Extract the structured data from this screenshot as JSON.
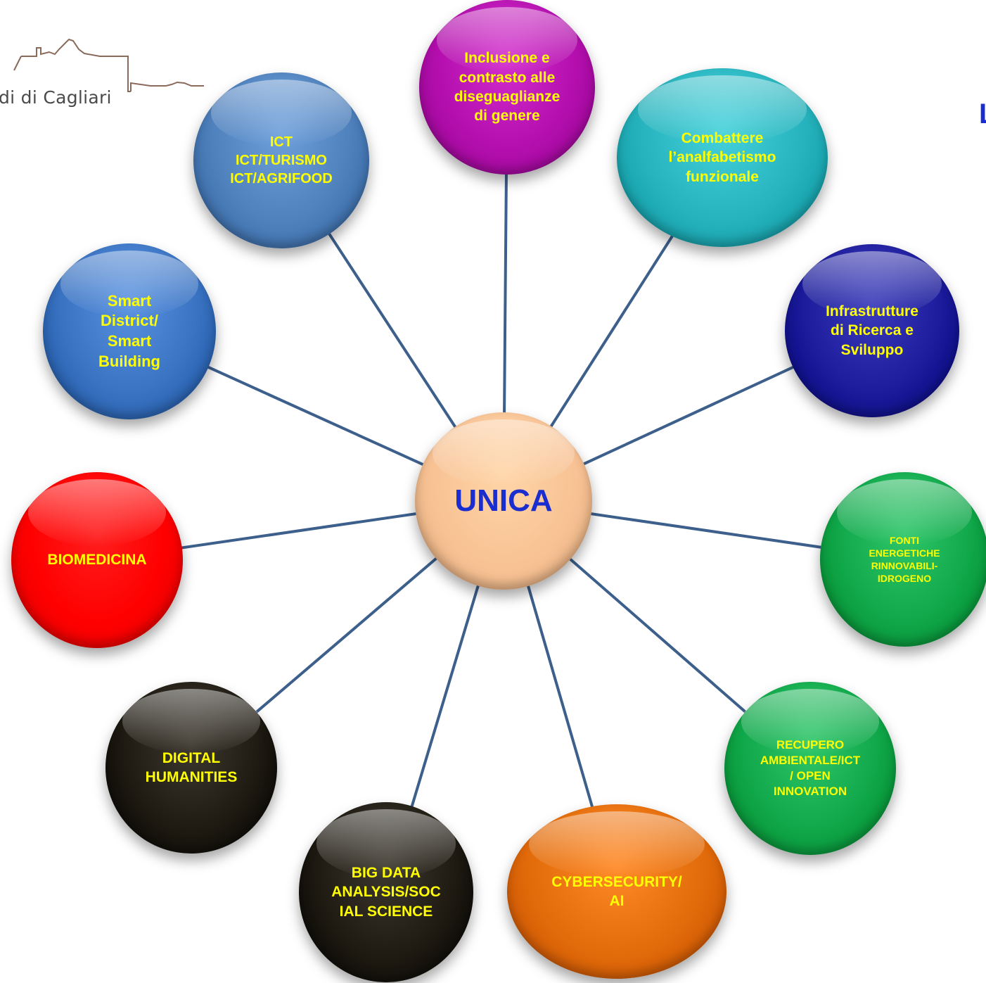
{
  "header": {
    "logo_text": "di di Cagliari",
    "edge_letter": "L"
  },
  "center": {
    "label": "UNICA",
    "color": "#f7c193"
  },
  "nodes": [
    {
      "key": "ict",
      "lines": [
        "ICT",
        "ICT/TURISMO",
        "ICT/AGRIFOOD"
      ],
      "color": "#4f81bd"
    },
    {
      "key": "inclusione",
      "lines": [
        "Inclusione e",
        "contrasto alle",
        "diseguaglianze",
        "di genere"
      ],
      "color": "#b40fae"
    },
    {
      "key": "analfabetismo",
      "lines": [
        "Combattere",
        "l’analfabetismo",
        "funzionale"
      ],
      "color": "#27b3bd"
    },
    {
      "key": "infrastrutture",
      "lines": [
        "Infrastrutture",
        "di Ricerca e",
        "Sviluppo"
      ],
      "color": "#1c1c9c"
    },
    {
      "key": "fonti",
      "lines": [
        "FONTI",
        "ENERGETICHE",
        "RINNOVABILI-",
        "IDROGENO"
      ],
      "color": "#10a84a"
    },
    {
      "key": "recupero",
      "lines": [
        "RECUPERO",
        "AMBIENTALE/ICT",
        "/ OPEN",
        "INNOVATION"
      ],
      "color": "#10a84a"
    },
    {
      "key": "cyber",
      "lines": [
        "CYBERSECURITY/",
        "AI"
      ],
      "color": "#e36c0a"
    },
    {
      "key": "bigdata",
      "lines": [
        "BIG DATA",
        "ANALYSIS/SOC",
        "IAL SCIENCE"
      ],
      "color": "#1f1b12"
    },
    {
      "key": "humanities",
      "lines": [
        "DIGITAL",
        "HUMANITIES"
      ],
      "color": "#1f1b12"
    },
    {
      "key": "biomedicina",
      "lines": [
        "BIOMEDICINA"
      ],
      "color": "#ff0000"
    },
    {
      "key": "smart",
      "lines": [
        "Smart",
        "District/",
        "Smart",
        "Building"
      ],
      "color": "#3a73c2"
    }
  ],
  "spoke_color": "#3c5f8c"
}
